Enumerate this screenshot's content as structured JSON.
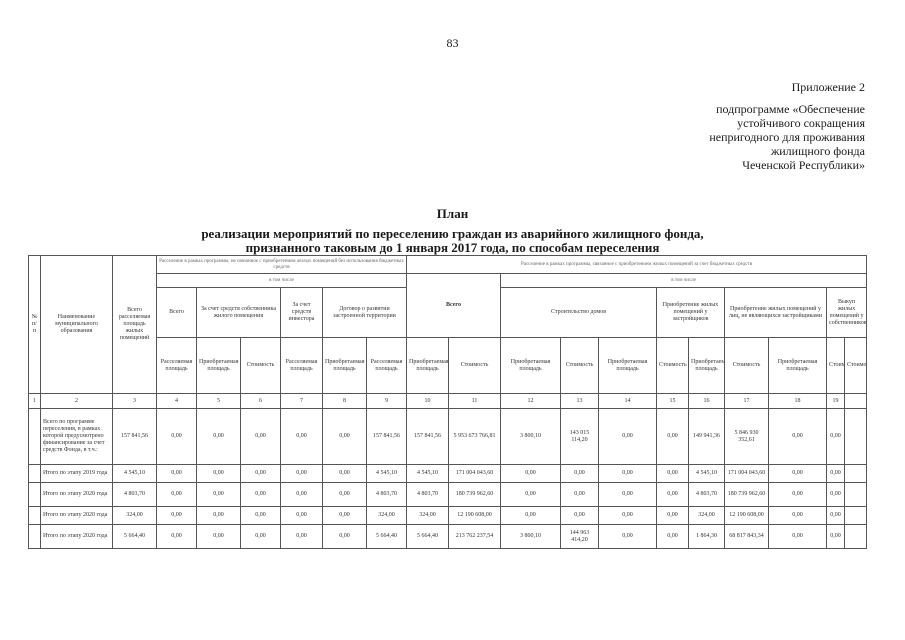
{
  "page_number": "83",
  "appendix": {
    "title": "Приложение 2",
    "lines": [
      "подпрограмме «Обеспечение",
      "устойчивого сокращения",
      "непригодного для проживания",
      "жилищного фонда",
      "Чеченской Республики»"
    ]
  },
  "document_title": {
    "heading": "План",
    "line1": "реализации мероприятий по переселению граждан из аварийного жилищного фонда,",
    "line2": "признанного таковым до 1 января 2017 года, по способам переселения"
  },
  "table": {
    "header": {
      "number_col": "№ п/п",
      "name_col": "Наименование муниципального образования",
      "total_area_col": "Всего расселяемая площадь жилых помещений",
      "group1": "Расселение в рамках программы, не связанное с приобретением жилых помещений без использования бюджетных средств",
      "group2": "Расселение в рамках программы, связанное с приобретением жилых помещений за счет бюджетных средств",
      "including": "в том числе",
      "total": "Всего",
      "g1_sub1": "За счет средств собственника жилого помещения",
      "g1_sub2": "За счет средств инвестора",
      "g1_sub3": "Договор о развитии застроенной территории",
      "g2_sub1": "Строительство домов",
      "g2_sub2": "Приобретение жилых помещений у застройщиков",
      "g2_sub3": "Приобретение жилых помещений у лиц, не являющихся застройщиками",
      "g2_sub4": "Выкуп жилых помещений у собственников",
      "resettled_area": "Расселяемая площадь",
      "acquired_area": "Приобретаемая площадь",
      "cost": "Стоимость",
      "col_numbers": [
        "1",
        "2",
        "3",
        "4",
        "5",
        "6",
        "7",
        "8",
        "9",
        "10",
        "11",
        "12",
        "13",
        "14",
        "15",
        "16",
        "17",
        "18",
        "19"
      ]
    },
    "rows": [
      {
        "name": "Всего по программе переселения, в рамках которой предусмотрено финансирование за счет средств Фонда, в т.ч.:",
        "values": [
          "157 841,56",
          "0,00",
          "0,00",
          "0,00",
          "0,00",
          "0,00",
          "157 841,56",
          "157 841,56",
          "5 953 673 766,81",
          "3 800,10",
          "143 015 114,20",
          "0,00",
          "0,00",
          "149 941,36",
          "5 846 930 352,61",
          "0,00",
          "0,00"
        ]
      },
      {
        "name": "Итого по этапу 2019 года",
        "values": [
          "4 545,10",
          "0,00",
          "0,00",
          "0,00",
          "0,00",
          "0,00",
          "4 545,10",
          "4 545,10",
          "171 004 043,60",
          "0,00",
          "0,00",
          "0,00",
          "0,00",
          "4 545,10",
          "171 004 043,60",
          "0,00",
          "0,00"
        ]
      },
      {
        "name": "Итого по этапу 2020 года",
        "values": [
          "4 803,70",
          "0,00",
          "0,00",
          "0,00",
          "0,00",
          "0,00",
          "4 803,70",
          "4 803,70",
          "180 739 962,60",
          "0,00",
          "0,00",
          "0,00",
          "0,00",
          "4 803,70",
          "180 739 962,60",
          "0,00",
          "0,00"
        ]
      },
      {
        "name": "Итого по этапу 2020 года",
        "values": [
          "324,00",
          "0,00",
          "0,00",
          "0,00",
          "0,00",
          "0,00",
          "324,00",
          "324,00",
          "12 190 608,00",
          "0,00",
          "0,00",
          "0,00",
          "0,00",
          "324,00",
          "12 190 608,00",
          "0,00",
          "0,00"
        ]
      },
      {
        "name": "Итого по этапу 2020 года",
        "values": [
          "5 664,40",
          "0,00",
          "0,00",
          "0,00",
          "0,00",
          "0,00",
          "5 664,40",
          "5 664,40",
          "213 762 237,54",
          "3 800,10",
          "144 963 414,20",
          "0,00",
          "0,00",
          "1 864,30",
          "68 817 843,34",
          "0,00",
          "0,00"
        ]
      }
    ]
  }
}
